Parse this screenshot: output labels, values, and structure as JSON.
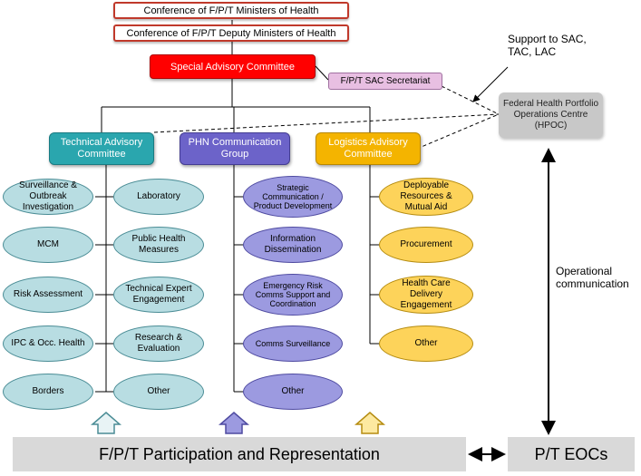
{
  "conferences": {
    "ministers": "Conference of F/P/T Ministers of Health",
    "deputy_ministers": "Conference of F/P/T Deputy Ministers of Health"
  },
  "sac": {
    "title": "Special Advisory Committee",
    "secretariat": "F/P/T SAC Secretariat"
  },
  "support_note": "Support to SAC, TAC, LAC",
  "hpoc": "Federal Health Portfolio Operations Centre (HPOC)",
  "committees": {
    "tac": {
      "title": "Technical Advisory Committee",
      "left": [
        "Surveillance & Outbreak Investigation",
        "MCM",
        "Risk Assessment",
        "IPC & Occ. Health",
        "Borders"
      ],
      "right": [
        "Laboratory",
        "Public Health Measures",
        "Technical Expert Engagement",
        "Research & Evaluation",
        "Other"
      ]
    },
    "phn": {
      "title": "PHN Communication Group",
      "items": [
        "Strategic Communication / Product Development",
        "Information Dissemination",
        "Emergency Risk Comms Support and Coordination",
        "Comms Surveillance",
        "Other"
      ]
    },
    "lac": {
      "title": "Logistics Advisory Committee",
      "items": [
        "Deployable Resources & Mutual Aid",
        "Procurement",
        "Health Care Delivery Engagement",
        "Other"
      ]
    }
  },
  "operational_communication": "Operational communication",
  "bottom": {
    "participation": "F/P/T Participation and Representation",
    "pt_eocs": "P/T EOCs"
  },
  "colors": {
    "sac_red": "#ff0000",
    "tac_teal": "#2aa6ae",
    "phn_purple": "#6c63c9",
    "lac_gold": "#f4b400"
  }
}
